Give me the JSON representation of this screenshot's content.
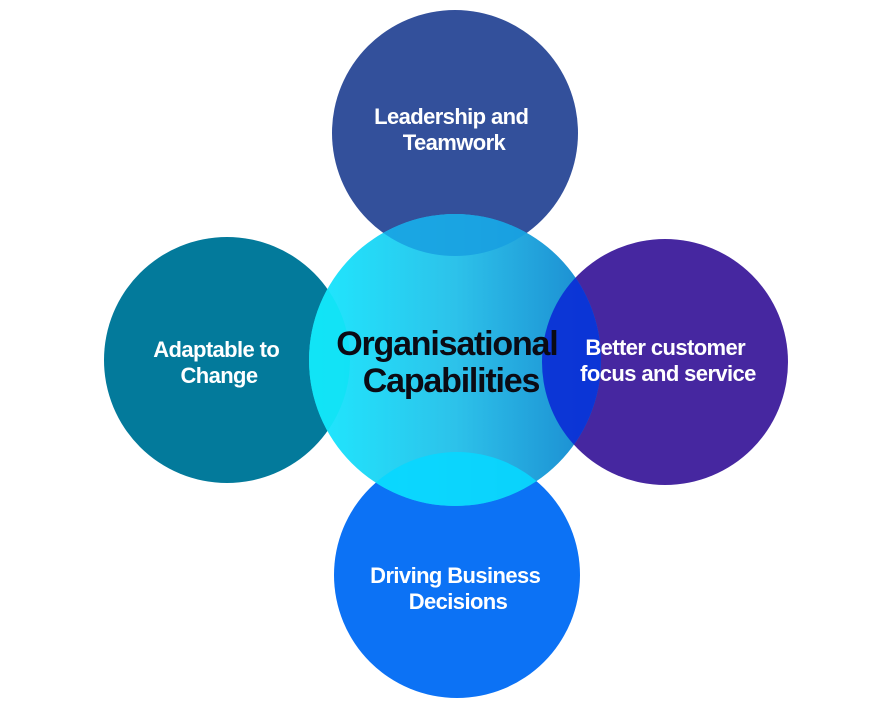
{
  "diagram": {
    "center": {
      "line1": "Organisational",
      "line2": "Capabilities",
      "gradient_start": "#1fe9ff",
      "gradient_mid": "#2dc2ea",
      "gradient_end": "#1a88cf"
    },
    "top": {
      "line1": "Leadership and",
      "line2": "Teamwork",
      "color": "#33509b"
    },
    "right": {
      "line1": "Better customer",
      "line2": "focus and service",
      "color": "#4627a0"
    },
    "bottom": {
      "line1": "Driving Business",
      "line2": "Decisions",
      "color": "#0c72f5"
    },
    "left": {
      "line1": "Adaptable to",
      "line2": "Change",
      "color": "#037a9b"
    },
    "overlap_colors": {
      "top_center": "#179fe0",
      "right_center": "#0a2bd6",
      "bottom_center": "#08d7ff",
      "left_center": "#0fe3f5"
    }
  }
}
